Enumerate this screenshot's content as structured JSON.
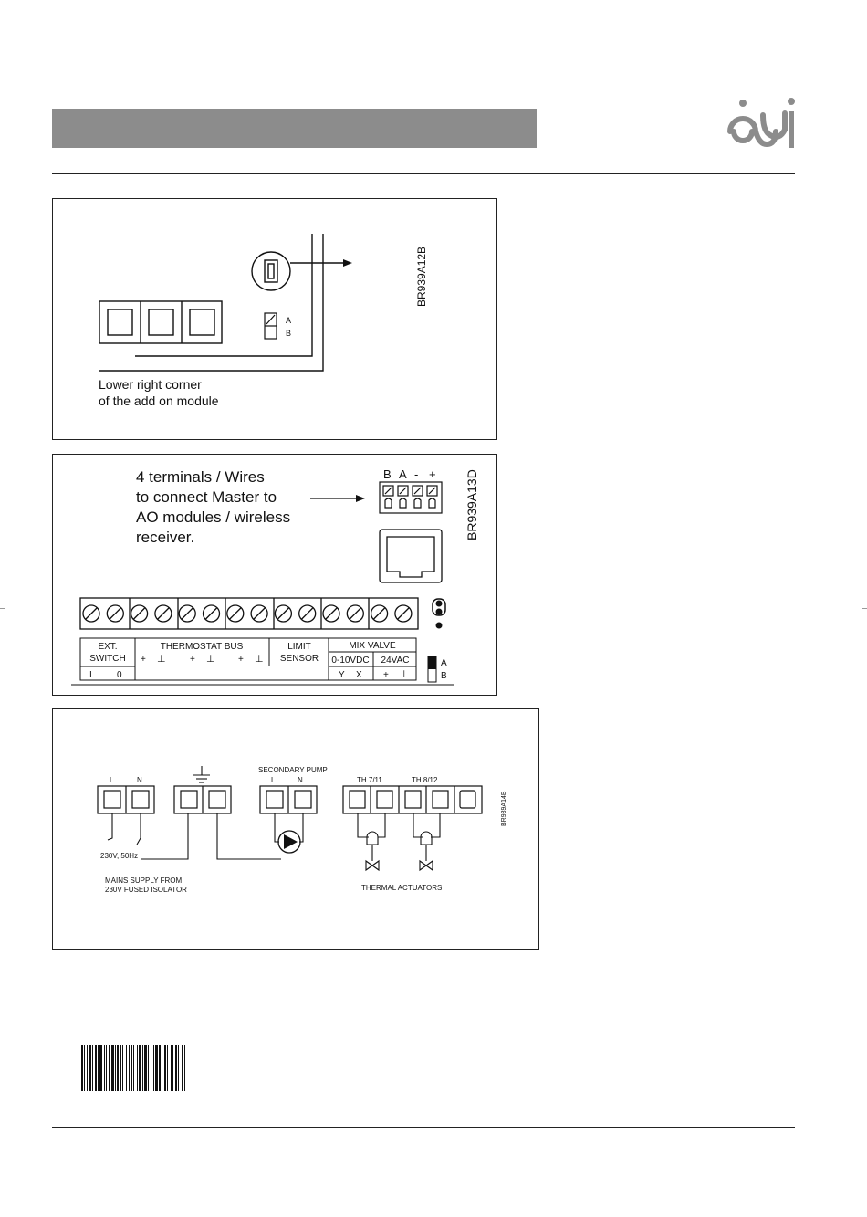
{
  "page": {
    "logo_color": "#8c8c8c",
    "header_bar_color": "#8c8c8c"
  },
  "panel1": {
    "ref": "BR939A12B",
    "jumper_a": "A",
    "jumper_b": "B",
    "caption_line1": "Lower right corner",
    "caption_line2": "of the add on module"
  },
  "panel2": {
    "ref": "BR939A13D",
    "note_lines": [
      "4 terminals / Wires",
      "to connect Master to",
      "AO modules / wireless",
      "receiver."
    ],
    "small_terminal_labels": [
      "B",
      "A",
      "-",
      "+"
    ],
    "ext_switch": [
      "EXT.",
      "SWITCH"
    ],
    "ext_switch_states": [
      "I",
      "0"
    ],
    "thermostat_bus": "THERMOSTAT BUS",
    "bus_polarity": [
      "+",
      "⊥",
      "+",
      "⊥",
      "+",
      "⊥"
    ],
    "limit_sensor": [
      "LIMIT",
      "SENSOR"
    ],
    "mix_valve": "MIX VALVE",
    "mix_0_10": "0-10VDC",
    "mix_24vac": "24VAC",
    "mix_terms": [
      "Y",
      "X",
      "+",
      "⊥"
    ],
    "switch_a": "A",
    "switch_b": "B"
  },
  "panel3": {
    "ref": "BR939A14B",
    "l_label": "L",
    "n_label": "N",
    "secondary_pump": "SECONDARY PUMP",
    "pump_l": "L",
    "pump_n": "N",
    "th_711": "TH 7/11",
    "th_812": "TH 8/12",
    "supply_rating": "230V, 50Hz",
    "mains_line1": "MAINS SUPPLY FROM",
    "mains_line2": "230V FUSED ISOLATOR",
    "thermal_actuators": "THERMAL ACTUATORS"
  },
  "barcode": {
    "bars": [
      2,
      1,
      1,
      2,
      1,
      1,
      3,
      1,
      1,
      2,
      2,
      1,
      1,
      1,
      3,
      2,
      1,
      1,
      1,
      2,
      2,
      1,
      3,
      1,
      1,
      1,
      2,
      2,
      1,
      1,
      1,
      3,
      1,
      2,
      1,
      1,
      2,
      1,
      1,
      3,
      1,
      1,
      2,
      2,
      1,
      1,
      3,
      1,
      1,
      2,
      1,
      2,
      1,
      1,
      3,
      1,
      2,
      1,
      1,
      2,
      2,
      1,
      1,
      3,
      1,
      1,
      1,
      2,
      2,
      1,
      1,
      3,
      2,
      1,
      1,
      2
    ]
  }
}
